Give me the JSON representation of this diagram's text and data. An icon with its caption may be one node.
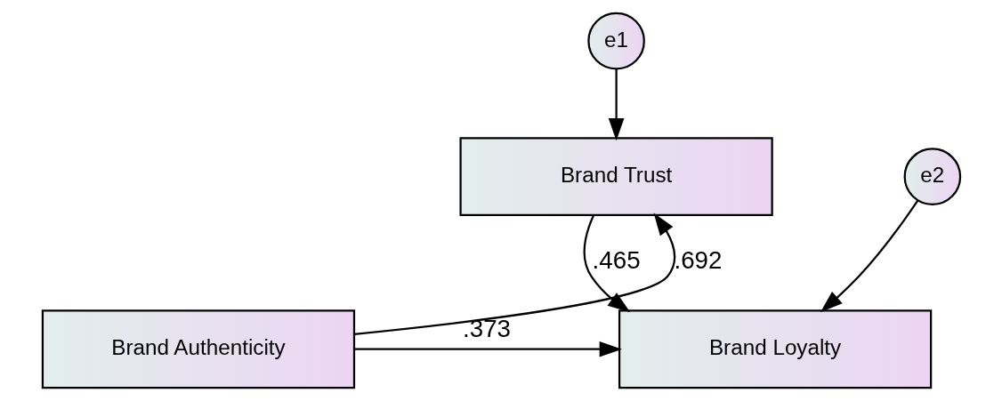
{
  "diagram": {
    "nodes": [
      {
        "text": [
          "e1"
        ]
      },
      {
        "text": [
          "Brand Trust"
        ]
      },
      {
        "text": [
          "e2"
        ]
      },
      {
        "text": [
          "Brand Authenticity"
        ]
      },
      {
        "text": [
          "Brand Loyalty"
        ]
      }
    ],
    "edges": [
      {
        "from": 0,
        "to": 1,
        "arrow": "to"
      },
      {
        "from": 3,
        "to": 1,
        "arrow": "to",
        "label": ".692"
      },
      {
        "from": 1,
        "to": 4,
        "arrow": "to",
        "label": ".465"
      },
      {
        "from": 2,
        "to": 4,
        "arrow": "to"
      },
      {
        "from": 3,
        "to": 4,
        "arrow": "to",
        "label": ".373"
      }
    ]
  }
}
